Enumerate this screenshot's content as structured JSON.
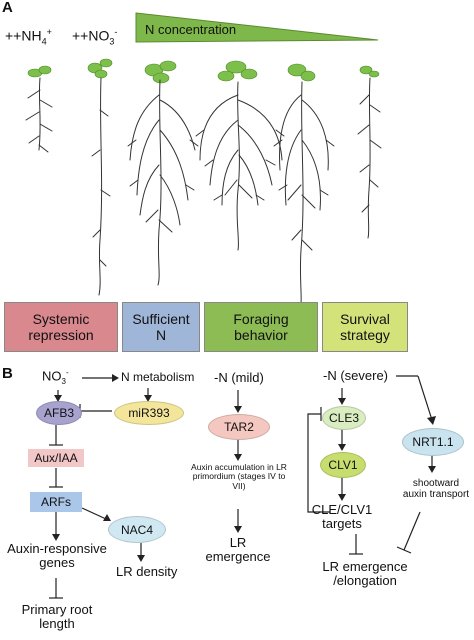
{
  "panel_a": {
    "letter": "A",
    "conditions": {
      "nh4": {
        "prefix": "++NH",
        "sub": "4",
        "sup": "+"
      },
      "no3": {
        "prefix": "++NO",
        "sub": "3",
        "sup": "-"
      }
    },
    "gradient_label": "N concentration",
    "strategies": [
      {
        "label": "Systemic repression",
        "color": "#d9888d"
      },
      {
        "label": "Sufficient N",
        "color": "#9fb6d8"
      },
      {
        "label": "Foraging behavior",
        "color": "#8cbc53"
      },
      {
        "label": "Survival strategy",
        "color": "#d4e27a"
      }
    ],
    "gradient_color": "#7fb84a"
  },
  "panel_b": {
    "letter": "B",
    "col1": {
      "no3": {
        "prefix": "NO",
        "sub": "3",
        "sup": "-"
      },
      "n_metabolism": "N metabolism",
      "afb3": "AFB3",
      "mir393": "miR393",
      "aux_iaa": "Aux/IAA",
      "arfs": "ARFs",
      "nac4": "NAC4",
      "auxin_genes": "Auxin-responsive genes",
      "lr_density": "LR density",
      "primary_root": "Primary root length"
    },
    "col2": {
      "mild": "-N (mild)",
      "tar2": "TAR2",
      "auxin_accum": "Auxin accumulation in LR primordium (stages IV to VII)",
      "lr_emergence": "LR emergence"
    },
    "col3": {
      "severe": "-N (severe)",
      "cle3": "CLE3",
      "clv1": "CLV1",
      "nrt11": "NRT1.1",
      "targets": "CLE/CLV1 targets",
      "shootward": "shootward auxin transport",
      "lr_emerg_elong": "LR emergence /elongation"
    },
    "colors": {
      "afb3": "#a8a2cf",
      "mir393": "#f3e59a",
      "aux_iaa": "#f2c7c7",
      "arfs": "#aac6e8",
      "nac4": "#cfe8f1",
      "tar2": "#f4c8c0",
      "cle3": "#d9edc0",
      "clv1": "#c7de6e",
      "nrt11": "#c9e3ef"
    }
  }
}
